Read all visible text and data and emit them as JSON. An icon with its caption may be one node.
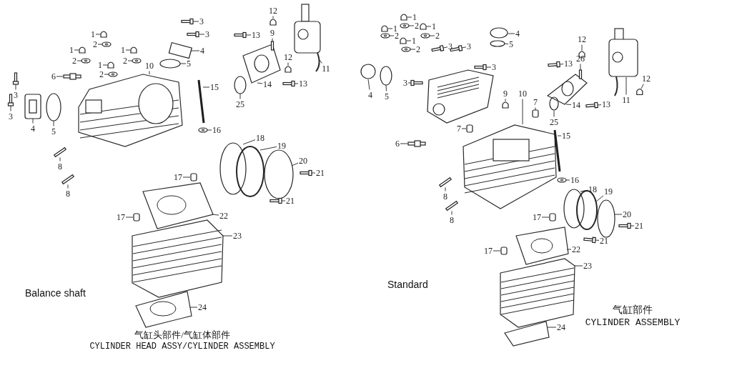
{
  "diagram": {
    "nodes": [
      {
        "text": [
          "12"
        ]
      },
      {
        "text": [
          "3"
        ]
      },
      {
        "text": [
          "3"
        ]
      },
      {
        "text": [
          "1"
        ]
      },
      {
        "text": [
          "9"
        ]
      },
      {
        "text": [
          "13"
        ]
      },
      {
        "text": [
          "2"
        ]
      },
      {
        "text": [
          "1"
        ]
      },
      {
        "text": [
          "1"
        ]
      },
      {
        "text": [
          "4"
        ]
      },
      {
        "text": [
          "2"
        ]
      },
      {
        "text": [
          "2"
        ]
      },
      {
        "text": [
          "5"
        ]
      },
      {
        "text": [
          "1"
        ]
      },
      {
        "text": [
          "11"
        ]
      },
      {
        "text": [
          "12"
        ]
      },
      {
        "text": [
          "10"
        ]
      },
      {
        "text": [
          "2"
        ]
      },
      {
        "text": [
          "6"
        ]
      },
      {
        "text": [
          "13"
        ]
      },
      {
        "text": [
          "14"
        ]
      },
      {
        "text": [
          "15"
        ]
      },
      {
        "text": [
          "3"
        ]
      },
      {
        "text": [
          "25"
        ]
      },
      {
        "text": [
          "3"
        ]
      },
      {
        "text": [
          "4"
        ]
      },
      {
        "text": [
          "5"
        ]
      },
      {
        "text": [
          "16"
        ]
      },
      {
        "text": [
          "18"
        ]
      },
      {
        "text": [
          "19"
        ]
      },
      {
        "text": [
          "8"
        ]
      },
      {
        "text": [
          "20"
        ]
      },
      {
        "text": [
          "21"
        ]
      },
      {
        "text": [
          "17"
        ]
      },
      {
        "text": [
          "8"
        ]
      },
      {
        "text": [
          "21"
        ]
      },
      {
        "text": [
          "22"
        ]
      },
      {
        "text": [
          "17"
        ]
      },
      {
        "text": [
          "23"
        ]
      },
      {
        "text": [
          "24"
        ]
      },
      {
        "text": [
          "1"
        ]
      },
      {
        "text": [
          "2"
        ]
      },
      {
        "text": [
          "1"
        ]
      },
      {
        "text": [
          "1"
        ]
      },
      {
        "text": [
          "4"
        ]
      },
      {
        "text": [
          "2"
        ]
      },
      {
        "text": [
          "2"
        ]
      },
      {
        "text": [
          "1"
        ]
      },
      {
        "text": [
          "12"
        ]
      },
      {
        "text": [
          "5"
        ]
      },
      {
        "text": [
          "3"
        ]
      },
      {
        "text": [
          "3"
        ]
      },
      {
        "text": [
          "2"
        ]
      },
      {
        "text": [
          "26"
        ]
      },
      {
        "text": [
          "13"
        ]
      },
      {
        "text": [
          "3"
        ]
      },
      {
        "text": [
          "3"
        ]
      },
      {
        "text": [
          "12"
        ]
      },
      {
        "text": [
          "4"
        ]
      },
      {
        "text": [
          "5"
        ]
      },
      {
        "text": [
          "9"
        ]
      },
      {
        "text": [
          "10"
        ]
      },
      {
        "text": [
          "11"
        ]
      },
      {
        "text": [
          "7"
        ]
      },
      {
        "text": [
          "14"
        ]
      },
      {
        "text": [
          "13"
        ]
      },
      {
        "text": [
          "25"
        ]
      },
      {
        "text": [
          "7"
        ]
      },
      {
        "text": [
          "15"
        ]
      },
      {
        "text": [
          "6"
        ]
      },
      {
        "text": [
          "16"
        ]
      },
      {
        "text": [
          "18"
        ]
      },
      {
        "text": [
          "8"
        ]
      },
      {
        "text": [
          "19"
        ]
      },
      {
        "text": [
          "20"
        ]
      },
      {
        "text": [
          "17"
        ]
      },
      {
        "text": [
          "8"
        ]
      },
      {
        "text": [
          "21"
        ]
      },
      {
        "text": [
          "21"
        ]
      },
      {
        "text": [
          "17"
        ]
      },
      {
        "text": [
          "22"
        ]
      },
      {
        "text": [
          "23"
        ]
      },
      {
        "text": [
          "24"
        ]
      },
      {
        "text": [],
        "shape": "box"
      },
      {
        "text": [],
        "shape": "box"
      },
      {
        "text": [],
        "shape": "box"
      },
      {
        "text": [],
        "shape": "box"
      },
      {
        "text": [],
        "shape": "box"
      },
      {
        "text": [],
        "shape": "box"
      },
      {
        "text": [],
        "shape": "circle"
      },
      {
        "text": [],
        "shape": "box"
      },
      {
        "text": [],
        "shape": "box"
      },
      {
        "text": [],
        "shape": "box"
      },
      {
        "text": [],
        "shape": "circle"
      },
      {
        "text": [],
        "shape": "circle"
      },
      {
        "text": [],
        "shape": "circle"
      },
      {
        "text": [],
        "shape": "box"
      },
      {
        "text": [],
        "shape": "picture"
      },
      {
        "text": [],
        "shape": "box"
      },
      {
        "text": [],
        "shape": "picture"
      },
      {
        "text": [],
        "shape": "circle"
      },
      {
        "text": [],
        "shape": "box"
      },
      {
        "text": [],
        "shape": "box"
      },
      {
        "text": [],
        "shape": "picture"
      },
      {
        "text": [],
        "shape": "bar"
      },
      {
        "text": [],
        "shape": "box"
      },
      {
        "text": [],
        "shape": "circle"
      },
      {
        "text": [],
        "shape": "box"
      },
      {
        "text": [],
        "shape": "box"
      },
      {
        "text": [],
        "shape": "circle"
      },
      {
        "text": [],
        "shape": "circle"
      },
      {
        "text": [],
        "shape": "circle"
      },
      {
        "text": [],
        "shape": "circle"
      },
      {
        "text": [],
        "shape": "box"
      },
      {
        "text": [],
        "shape": "circle"
      },
      {
        "text": [],
        "shape": "box"
      },
      {
        "text": [],
        "shape": "box"
      },
      {
        "text": [],
        "shape": "box"
      },
      {
        "text": [],
        "shape": "box"
      },
      {
        "text": [],
        "shape": "picture"
      },
      {
        "text": [],
        "shape": "box"
      },
      {
        "text": [],
        "shape": "picture"
      },
      {
        "text": [],
        "shape": "picture"
      },
      {
        "text": [],
        "shape": "box"
      },
      {
        "text": [],
        "shape": "circle"
      },
      {
        "text": [],
        "shape": "box"
      },
      {
        "text": [],
        "shape": "box"
      },
      {
        "text": [],
        "shape": "circle"
      },
      {
        "text": [],
        "shape": "circle"
      },
      {
        "text": [],
        "shape": "circle"
      },
      {
        "text": [],
        "shape": "box"
      },
      {
        "text": [],
        "shape": "box"
      },
      {
        "text": [],
        "shape": "circle"
      },
      {
        "text": [],
        "shape": "box"
      },
      {
        "text": [],
        "shape": "box"
      },
      {
        "text": [],
        "shape": "circle"
      },
      {
        "text": [],
        "shape": "box"
      },
      {
        "text": [],
        "shape": "box"
      },
      {
        "text": [],
        "shape": "box"
      },
      {
        "text": [],
        "shape": "box"
      },
      {
        "text": [],
        "shape": "box"
      },
      {
        "text": [],
        "shape": "circle"
      },
      {
        "text": [],
        "shape": "circle"
      },
      {
        "text": [],
        "shape": "box"
      },
      {
        "text": [],
        "shape": "picture"
      },
      {
        "text": [],
        "shape": "picture"
      },
      {
        "text": [],
        "shape": "box"
      },
      {
        "text": [],
        "shape": "picture"
      },
      {
        "text": [],
        "shape": "box"
      },
      {
        "text": [],
        "shape": "circle"
      },
      {
        "text": [],
        "shape": "box"
      },
      {
        "text": [],
        "shape": "bar"
      },
      {
        "text": [],
        "shape": "box"
      },
      {
        "text": [],
        "shape": "circle"
      },
      {
        "text": [],
        "shape": "circle"
      },
      {
        "text": [],
        "shape": "box"
      },
      {
        "text": [],
        "shape": "circle"
      },
      {
        "text": [],
        "shape": "circle"
      },
      {
        "text": [],
        "shape": "box"
      },
      {
        "text": [],
        "shape": "box"
      },
      {
        "text": [],
        "shape": "box"
      },
      {
        "text": [],
        "shape": "box"
      },
      {
        "text": [],
        "shape": "box"
      },
      {
        "text": [],
        "shape": "picture"
      },
      {
        "text": [],
        "shape": "picture"
      },
      {
        "text": [],
        "shape": "picture"
      }
    ],
    "edges": [
      {
        "from": 0,
        "to": 83,
        "arrow": "none"
      },
      {
        "from": 1,
        "to": 84,
        "arrow": "none"
      },
      {
        "from": 2,
        "to": 85,
        "arrow": "none"
      },
      {
        "from": 3,
        "to": 86,
        "arrow": "none"
      },
      {
        "from": 4,
        "to": 87,
        "arrow": "none"
      },
      {
        "from": 5,
        "to": 88,
        "arrow": "none"
      },
      {
        "from": 6,
        "to": 89,
        "arrow": "none"
      },
      {
        "from": 7,
        "to": 90,
        "arrow": "none"
      },
      {
        "from": 8,
        "to": 91,
        "arrow": "none"
      },
      {
        "from": 9,
        "to": 92,
        "arrow": "none"
      },
      {
        "from": 10,
        "to": 93,
        "arrow": "none"
      },
      {
        "from": 11,
        "to": 94,
        "arrow": "none"
      },
      {
        "from": 12,
        "to": 95,
        "arrow": "none"
      },
      {
        "from": 13,
        "to": 96,
        "arrow": "none"
      },
      {
        "from": 14,
        "to": 97,
        "arrow": "none"
      },
      {
        "from": 15,
        "to": 98,
        "arrow": "none"
      },
      {
        "from": 16,
        "to": 99,
        "arrow": "none"
      },
      {
        "from": 17,
        "to": 100,
        "arrow": "none"
      },
      {
        "from": 18,
        "to": 101,
        "arrow": "none"
      },
      {
        "from": 19,
        "to": 102,
        "arrow": "none"
      },
      {
        "from": 20,
        "to": 103,
        "arrow": "none"
      },
      {
        "from": 21,
        "to": 104,
        "arrow": "none"
      },
      {
        "from": 22,
        "to": 105,
        "arrow": "none"
      },
      {
        "from": 23,
        "to": 106,
        "arrow": "none"
      },
      {
        "from": 24,
        "to": 107,
        "arrow": "none"
      },
      {
        "from": 25,
        "to": 108,
        "arrow": "none"
      },
      {
        "from": 26,
        "to": 109,
        "arrow": "none"
      },
      {
        "from": 27,
        "to": 110,
        "arrow": "none"
      },
      {
        "from": 28,
        "to": 111,
        "arrow": "none"
      },
      {
        "from": 29,
        "to": 112,
        "arrow": "none"
      },
      {
        "from": 30,
        "to": 113,
        "arrow": "none"
      },
      {
        "from": 31,
        "to": 114,
        "arrow": "none"
      },
      {
        "from": 32,
        "to": 115,
        "arrow": "none"
      },
      {
        "from": 33,
        "to": 116,
        "arrow": "none"
      },
      {
        "from": 34,
        "to": 117,
        "arrow": "none"
      },
      {
        "from": 35,
        "to": 118,
        "arrow": "none"
      },
      {
        "from": 36,
        "to": 119,
        "arrow": "none"
      },
      {
        "from": 37,
        "to": 120,
        "arrow": "none"
      },
      {
        "from": 38,
        "to": 121,
        "arrow": "none"
      },
      {
        "from": 39,
        "to": 122,
        "arrow": "none"
      },
      {
        "from": 40,
        "to": 123,
        "arrow": "none"
      },
      {
        "from": 41,
        "to": 124,
        "arrow": "none"
      },
      {
        "from": 42,
        "to": 125,
        "arrow": "none"
      },
      {
        "from": 43,
        "to": 126,
        "arrow": "none"
      },
      {
        "from": 44,
        "to": 127,
        "arrow": "none"
      },
      {
        "from": 45,
        "to": 128,
        "arrow": "none"
      },
      {
        "from": 46,
        "to": 129,
        "arrow": "none"
      },
      {
        "from": 47,
        "to": 130,
        "arrow": "none"
      },
      {
        "from": 48,
        "to": 131,
        "arrow": "none"
      },
      {
        "from": 49,
        "to": 132,
        "arrow": "none"
      },
      {
        "from": 50,
        "to": 133,
        "arrow": "none"
      },
      {
        "from": 51,
        "to": 134,
        "arrow": "none"
      },
      {
        "from": 52,
        "to": 135,
        "arrow": "none"
      },
      {
        "from": 53,
        "to": 136,
        "arrow": "none"
      },
      {
        "from": 54,
        "to": 137,
        "arrow": "none"
      },
      {
        "from": 55,
        "to": 138,
        "arrow": "none"
      },
      {
        "from": 56,
        "to": 139,
        "arrow": "none"
      },
      {
        "from": 57,
        "to": 140,
        "arrow": "none"
      },
      {
        "from": 58,
        "to": 141,
        "arrow": "none"
      },
      {
        "from": 59,
        "to": 142,
        "arrow": "none"
      },
      {
        "from": 60,
        "to": 143,
        "arrow": "none"
      },
      {
        "from": 61,
        "to": 144,
        "arrow": "none"
      },
      {
        "from": 62,
        "to": 145,
        "arrow": "none"
      },
      {
        "from": 63,
        "to": 146,
        "arrow": "none"
      },
      {
        "from": 64,
        "to": 147,
        "arrow": "none"
      },
      {
        "from": 65,
        "to": 148,
        "arrow": "none"
      },
      {
        "from": 66,
        "to": 149,
        "arrow": "none"
      },
      {
        "from": 67,
        "to": 150,
        "arrow": "none"
      },
      {
        "from": 68,
        "to": 151,
        "arrow": "none"
      },
      {
        "from": 69,
        "to": 152,
        "arrow": "none"
      },
      {
        "from": 70,
        "to": 153,
        "arrow": "none"
      },
      {
        "from": 71,
        "to": 154,
        "arrow": "none"
      },
      {
        "from": 72,
        "to": 155,
        "arrow": "none"
      },
      {
        "from": 73,
        "to": 156,
        "arrow": "none"
      },
      {
        "from": 74,
        "to": 157,
        "arrow": "none"
      },
      {
        "from": 75,
        "to": 158,
        "arrow": "none"
      },
      {
        "from": 76,
        "to": 159,
        "arrow": "none"
      },
      {
        "from": 77,
        "to": 160,
        "arrow": "none"
      },
      {
        "from": 78,
        "to": 161,
        "arrow": "none"
      },
      {
        "from": 79,
        "to": 162,
        "arrow": "none"
      },
      {
        "from": 80,
        "to": 163,
        "arrow": "none"
      },
      {
        "from": 81,
        "to": 164,
        "arrow": "none"
      },
      {
        "from": 82,
        "to": 165,
        "arrow": "none"
      }
    ],
    "labels": [
      "Balance shaft",
      "气缸头部件/气缸体部件",
      "CYLINDER HEAD ASSY/CYLINDER ASSEMBLY",
      "Standard",
      "气缸部件",
      "CYLINDER ASSEMBLY"
    ]
  }
}
